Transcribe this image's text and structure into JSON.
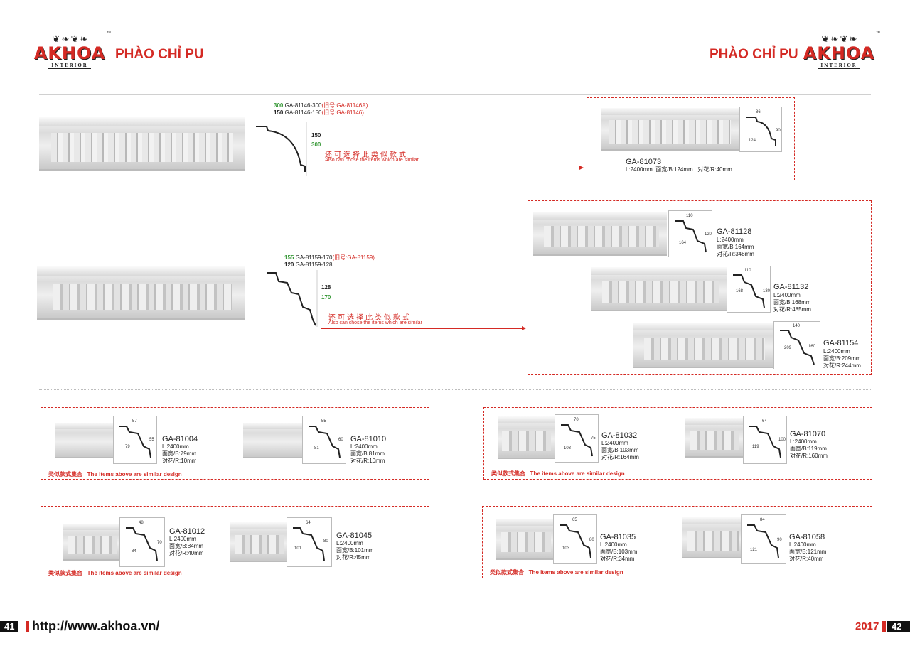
{
  "header": {
    "logo_brand": "AKHOA",
    "logo_sub": "INTERIOR",
    "logo_tm": "™",
    "title": "PHÀO CHỈ PU"
  },
  "section1": {
    "size_a": "300",
    "code_a": "GA-81146-300",
    "old_a": "(旧号:GA-81146A)",
    "size_b": "150",
    "code_b": "GA-81146-150",
    "old_b": "(旧号:GA-81146)",
    "dim_1": "150",
    "dim_2": "300",
    "cn_note": "还可选择此类似款式",
    "en_note": "Also can chose the items which are similar",
    "item": {
      "code": "GA-81073",
      "specs": "L:2400mm  面宽/B:124mm   对花/R:40mm",
      "w": "86",
      "h": "90",
      "d": "124"
    }
  },
  "section2": {
    "size_a": "155",
    "code_a": "GA-81159-170",
    "old_a": "(旧号:GA-81159)",
    "size_b": "120",
    "code_b": "GA-81159-128",
    "dim_1": "128",
    "dim_2": "170",
    "cn_note": "还可选择此类似款式",
    "en_note": "Also can chose the items which are similar",
    "items": [
      {
        "code": "GA-81128",
        "specs": "L:2400mm\n面宽/B:164mm\n对花/R:348mm",
        "w": "110",
        "h": "120",
        "d": "164"
      },
      {
        "code": "GA-81132",
        "specs": "L:2400mm\n面宽/B:168mm\n对花/R:485mm",
        "w": "110",
        "h": "130",
        "d": "168"
      },
      {
        "code": "GA-81154",
        "specs": "L:2400mm\n面宽/B:209mm\n对花/R:244mm",
        "w": "140",
        "h": "160",
        "d": "209"
      }
    ]
  },
  "grid": {
    "similar_cn": "类似款式集合",
    "similar_en": "The items above are similar design",
    "items": [
      {
        "code": "GA-81004",
        "specs": "L:2400mm\n面宽/B:79mm\n对花/R:10mm",
        "w": "57",
        "h": "55",
        "d": "79"
      },
      {
        "code": "GA-81010",
        "specs": "L:2400mm\n面宽/B:81mm\n对花/R:10mm",
        "w": "55",
        "h": "60",
        "d": "81"
      },
      {
        "code": "GA-81032",
        "specs": "L:2400mm\n面宽/B:103mm\n对花/R:164mm",
        "w": "70",
        "h": "75",
        "d": "103"
      },
      {
        "code": "GA-81070",
        "specs": "L:2400mm\n面宽/B:119mm\n对花/R:160mm",
        "w": "64",
        "h": "100",
        "d": "119"
      },
      {
        "code": "GA-81012",
        "specs": "L:2400mm\n面宽/B:84mm\n对花/R:40mm",
        "w": "48",
        "h": "70",
        "d": "84"
      },
      {
        "code": "GA-81045",
        "specs": "L:2400mm\n面宽/B:101mm\n对花/R:45mm",
        "w": "64",
        "h": "80",
        "d": "101"
      },
      {
        "code": "GA-81035",
        "specs": "L:2400mm\n面宽/B:103mm\n对花/R:34mm",
        "w": "65",
        "h": "80",
        "d": "103"
      },
      {
        "code": "GA-81058",
        "specs": "L:2400mm\n面宽/B:121mm\n对花/R:40mm",
        "w": "84",
        "h": "90",
        "d": "121"
      }
    ]
  },
  "footer": {
    "page_left": "41",
    "url": "http://www.akhoa.vn/",
    "year": "2017",
    "page_right": "42"
  }
}
